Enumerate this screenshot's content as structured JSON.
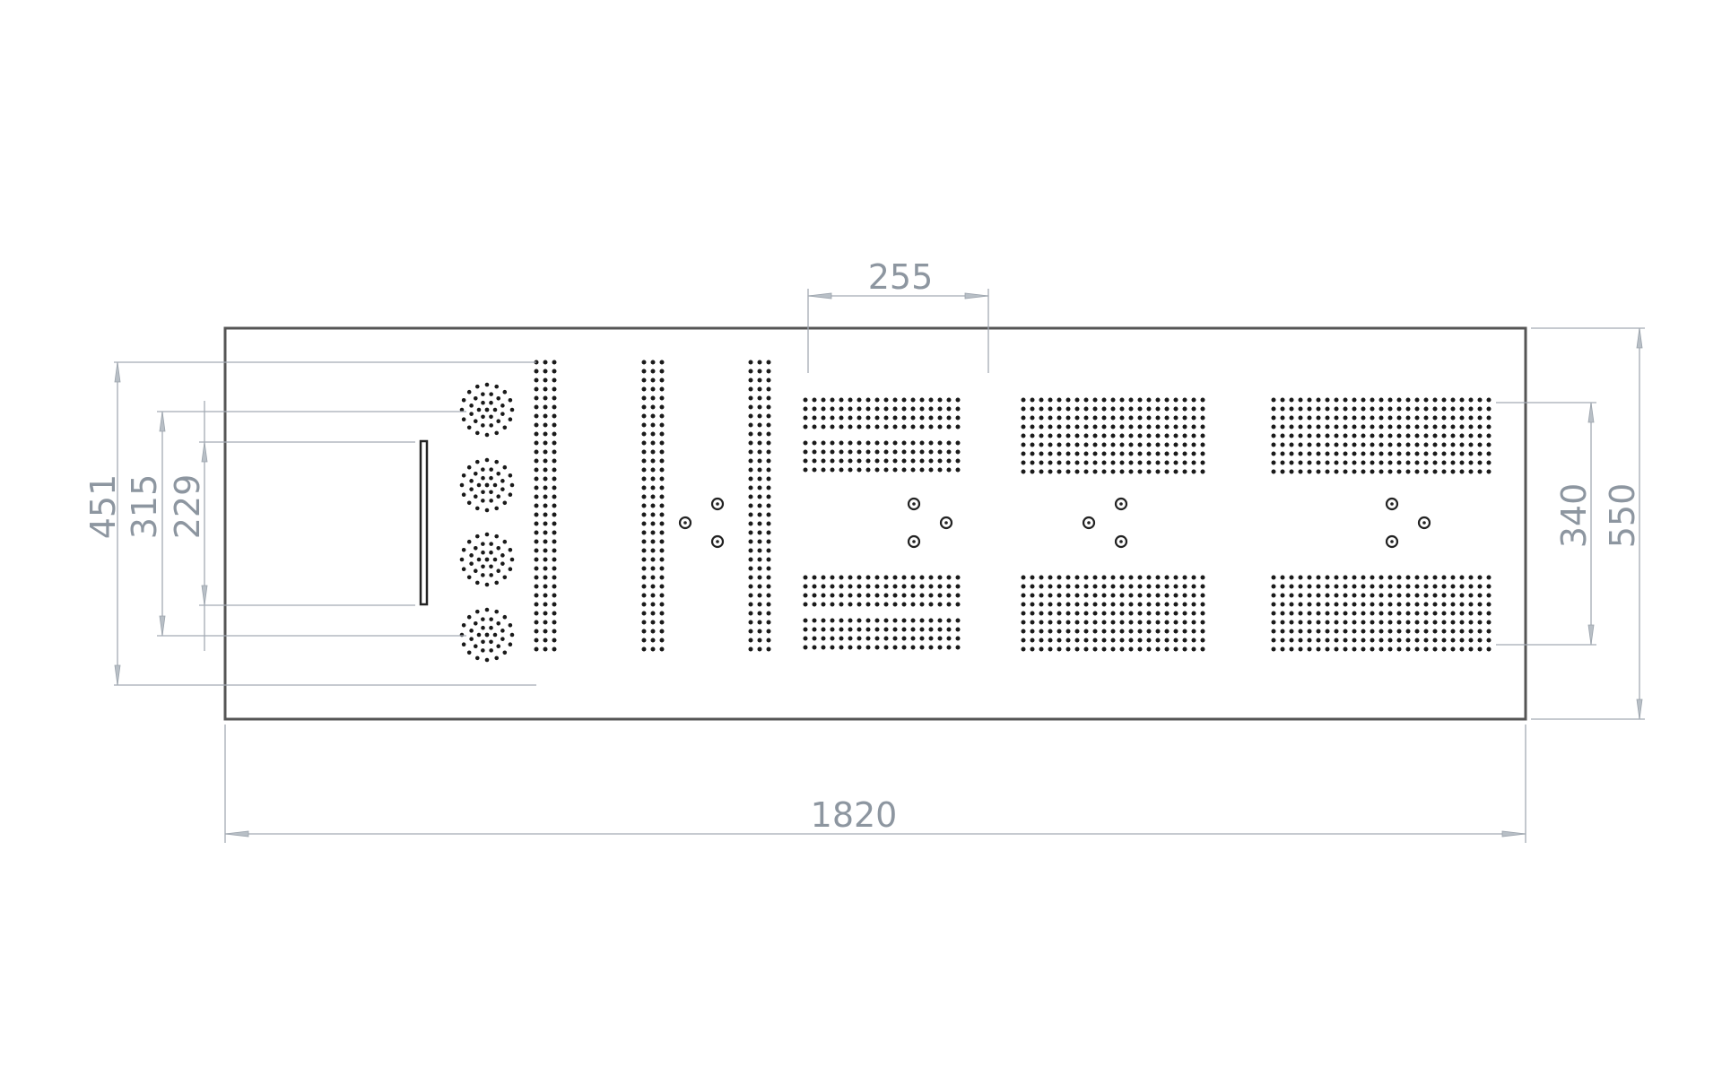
{
  "dimensions": {
    "overall_width": "1820",
    "overall_height": "550",
    "left_outer": "451",
    "left_middle": "315",
    "left_inner": "229",
    "right_inner": "340",
    "top_spacing": "255"
  },
  "colors": {
    "outline": "#555555",
    "dimension_line": "#a3abb4",
    "dimension_text": "#8d96a0",
    "holes": "#1a1a1a"
  }
}
